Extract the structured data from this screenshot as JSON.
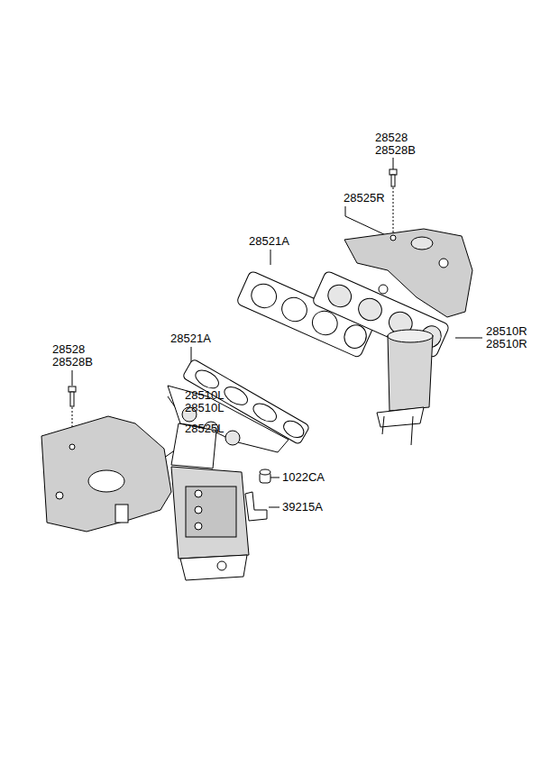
{
  "diagram": {
    "labels": [
      "28528",
      "28528B",
      "28525R",
      "28521A",
      "28510R",
      "28510R",
      "28521A",
      "28528",
      "28528B",
      "28510L",
      "28510L",
      "28525L",
      "1022CA",
      "39215A"
    ]
  }
}
